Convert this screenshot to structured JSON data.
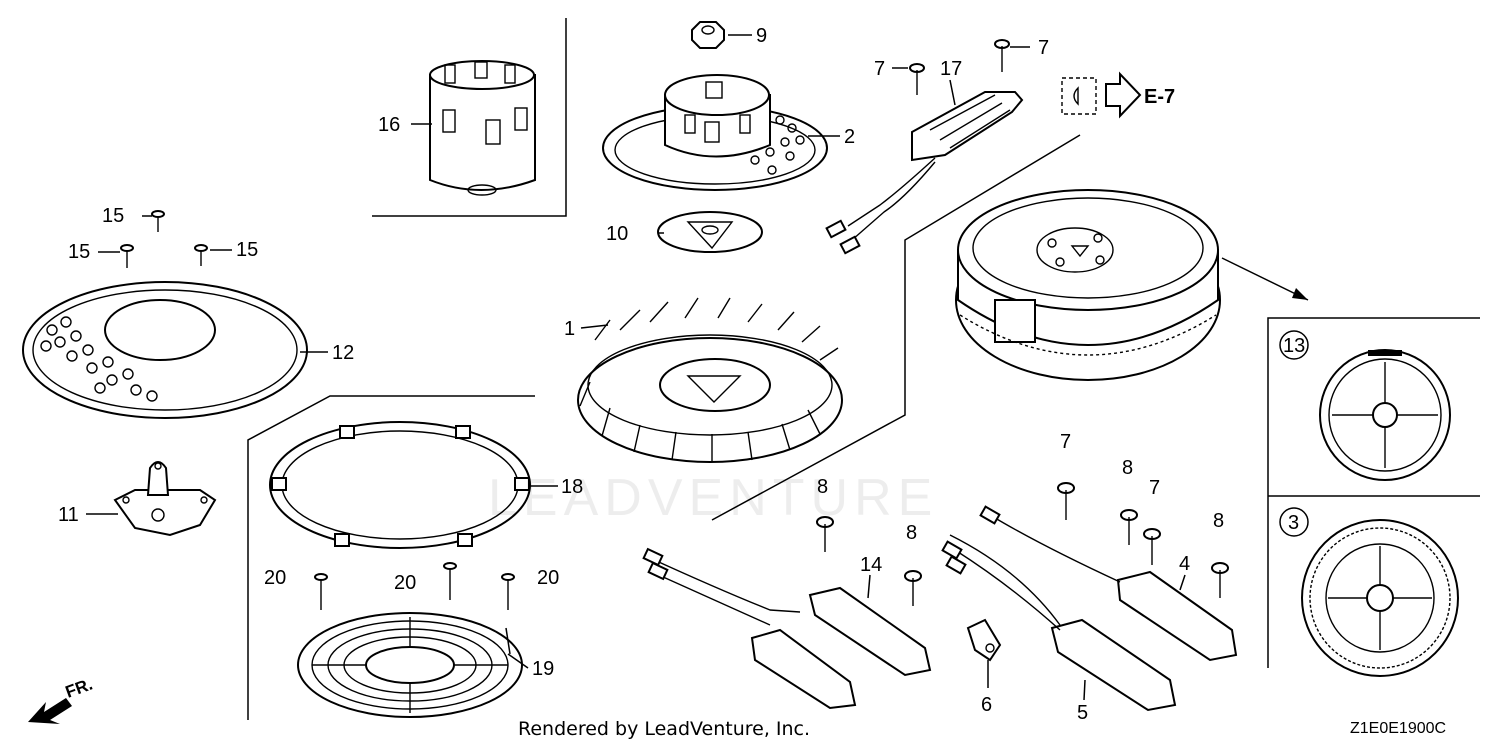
{
  "diagram": {
    "callouts": {
      "c1": "1",
      "c2": "2",
      "c3": "3",
      "c4": "4",
      "c5": "5",
      "c6": "6",
      "c7a": "7",
      "c7b": "7",
      "c7c": "7",
      "c7d": "7",
      "c8a": "8",
      "c8b": "8",
      "c8c": "8",
      "c8d": "8",
      "c9": "9",
      "c10": "10",
      "c11": "11",
      "c12": "12",
      "c13": "13",
      "c14": "14",
      "c15a": "15",
      "c15b": "15",
      "c15c": "15",
      "c16": "16",
      "c17": "17",
      "c18": "18",
      "c19": "19",
      "c20a": "20",
      "c20b": "20",
      "c20c": "20"
    },
    "ref_label": "E-7",
    "front_label": "FR.",
    "watermark": "LEADVENTURE",
    "footer": "Rendered by LeadVenture, Inc.",
    "diagram_code": "Z1E0E1900C"
  }
}
